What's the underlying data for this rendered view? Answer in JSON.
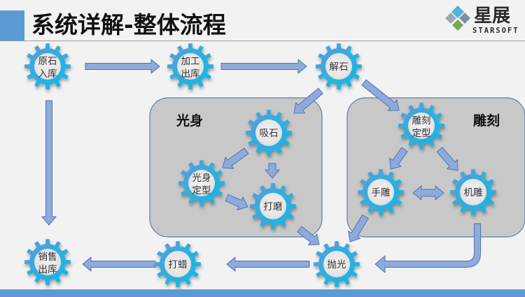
{
  "slide": {
    "title": "系统详解-整体流程",
    "logo": {
      "cn": "星展",
      "en": "STARSOFT"
    }
  },
  "colors": {
    "accent": "#5b9bd5",
    "arrow_fill": "#8eaadb",
    "arrow_stroke": "#4f73b3",
    "group_fill": "#c8c8c8",
    "group_stroke": "#5a7fa8",
    "gear_dark": "#4a90d9",
    "gear_light": "#1ab2e6"
  },
  "groups": [
    {
      "id": "guangshen",
      "label": "光身"
    },
    {
      "id": "diaoke",
      "label": "雕刻"
    }
  ],
  "nodes": [
    {
      "id": "yuanshi",
      "lines": [
        "原石",
        "入库"
      ]
    },
    {
      "id": "jiagong",
      "lines": [
        "加工",
        "出库"
      ]
    },
    {
      "id": "jieshi",
      "lines": [
        "解石"
      ]
    },
    {
      "id": "xishi",
      "lines": [
        "吸石"
      ],
      "group": "guangshen"
    },
    {
      "id": "gsdx",
      "lines": [
        "光身",
        "定型"
      ],
      "group": "guangshen"
    },
    {
      "id": "damo",
      "lines": [
        "打磨"
      ],
      "group": "guangshen"
    },
    {
      "id": "dkdx",
      "lines": [
        "雕刻",
        "定型"
      ],
      "group": "diaoke"
    },
    {
      "id": "shoudiao",
      "lines": [
        "手雕"
      ],
      "group": "diaoke"
    },
    {
      "id": "jidiao",
      "lines": [
        "机雕"
      ],
      "group": "diaoke"
    },
    {
      "id": "paoguang",
      "lines": [
        "抛光"
      ]
    },
    {
      "id": "dala",
      "lines": [
        "打蜡"
      ]
    },
    {
      "id": "xiaoshou",
      "lines": [
        "销售",
        "出库"
      ]
    }
  ],
  "edges": [
    {
      "from": "yuanshi",
      "to": "jiagong"
    },
    {
      "from": "jiagong",
      "to": "jieshi"
    },
    {
      "from": "jieshi",
      "to": "xishi"
    },
    {
      "from": "jieshi",
      "to": "dkdx"
    },
    {
      "from": "xishi",
      "to": "gsdx"
    },
    {
      "from": "xishi",
      "to": "damo"
    },
    {
      "from": "gsdx",
      "to": "damo"
    },
    {
      "from": "damo",
      "to": "paoguang"
    },
    {
      "from": "dkdx",
      "to": "shoudiao"
    },
    {
      "from": "dkdx",
      "to": "jidiao"
    },
    {
      "from": "shoudiao",
      "to": "jidiao",
      "bidirectional": true
    },
    {
      "from": "shoudiao",
      "to": "paoguang"
    },
    {
      "from": "jidiao",
      "to": "paoguang"
    },
    {
      "from": "paoguang",
      "to": "dala"
    },
    {
      "from": "dala",
      "to": "xiaoshou"
    },
    {
      "from": "yuanshi",
      "to": "xiaoshou"
    }
  ]
}
